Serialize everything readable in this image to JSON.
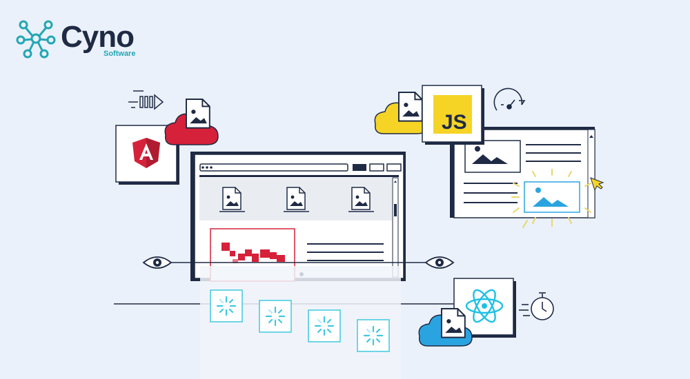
{
  "brand": {
    "name": "Cyno",
    "tagline": "Software",
    "accent": "#22a6b3",
    "dark": "#1f2a44"
  },
  "badges": {
    "js_label": "JS"
  },
  "icons": [
    "network-logo-icon",
    "angular-logo-icon",
    "javascript-logo-icon",
    "react-logo-icon",
    "cloud-icon",
    "image-file-icon",
    "eye-icon",
    "stopwatch-icon",
    "speedometer-icon",
    "loading-spinner-icon",
    "cursor-icon",
    "image-placeholder-icon"
  ],
  "colors": {
    "background": "#eaf1fb",
    "angular_red": "#d6213a",
    "js_yellow": "#f5d426",
    "react_cyan": "#1fc1e6",
    "react_cloud": "#2aa4e0",
    "outline": "#1f2a44",
    "spinner": "#3fc8e0"
  }
}
